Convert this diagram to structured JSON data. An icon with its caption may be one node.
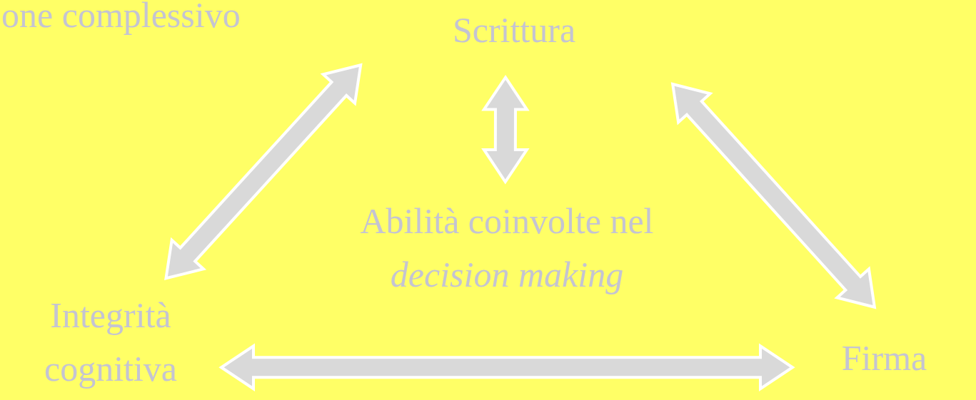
{
  "diagram": {
    "nodes": [
      {
        "text": [
          "Scrittura"
        ]
      },
      {
        "text": [
          "Abilità coinvolte nel *decision making*"
        ]
      },
      {
        "text": [
          "Integrità cognitiva"
        ]
      },
      {
        "text": [
          "Firma"
        ]
      }
    ],
    "edges": [
      {
        "from": 2,
        "to": 0,
        "arrow": "both"
      },
      {
        "from": 0,
        "to": 1,
        "arrow": "both"
      },
      {
        "from": 0,
        "to": 3,
        "arrow": "both"
      },
      {
        "from": 2,
        "to": 3,
        "arrow": "both"
      }
    ],
    "labels": [
      "one complessivo"
    ]
  }
}
